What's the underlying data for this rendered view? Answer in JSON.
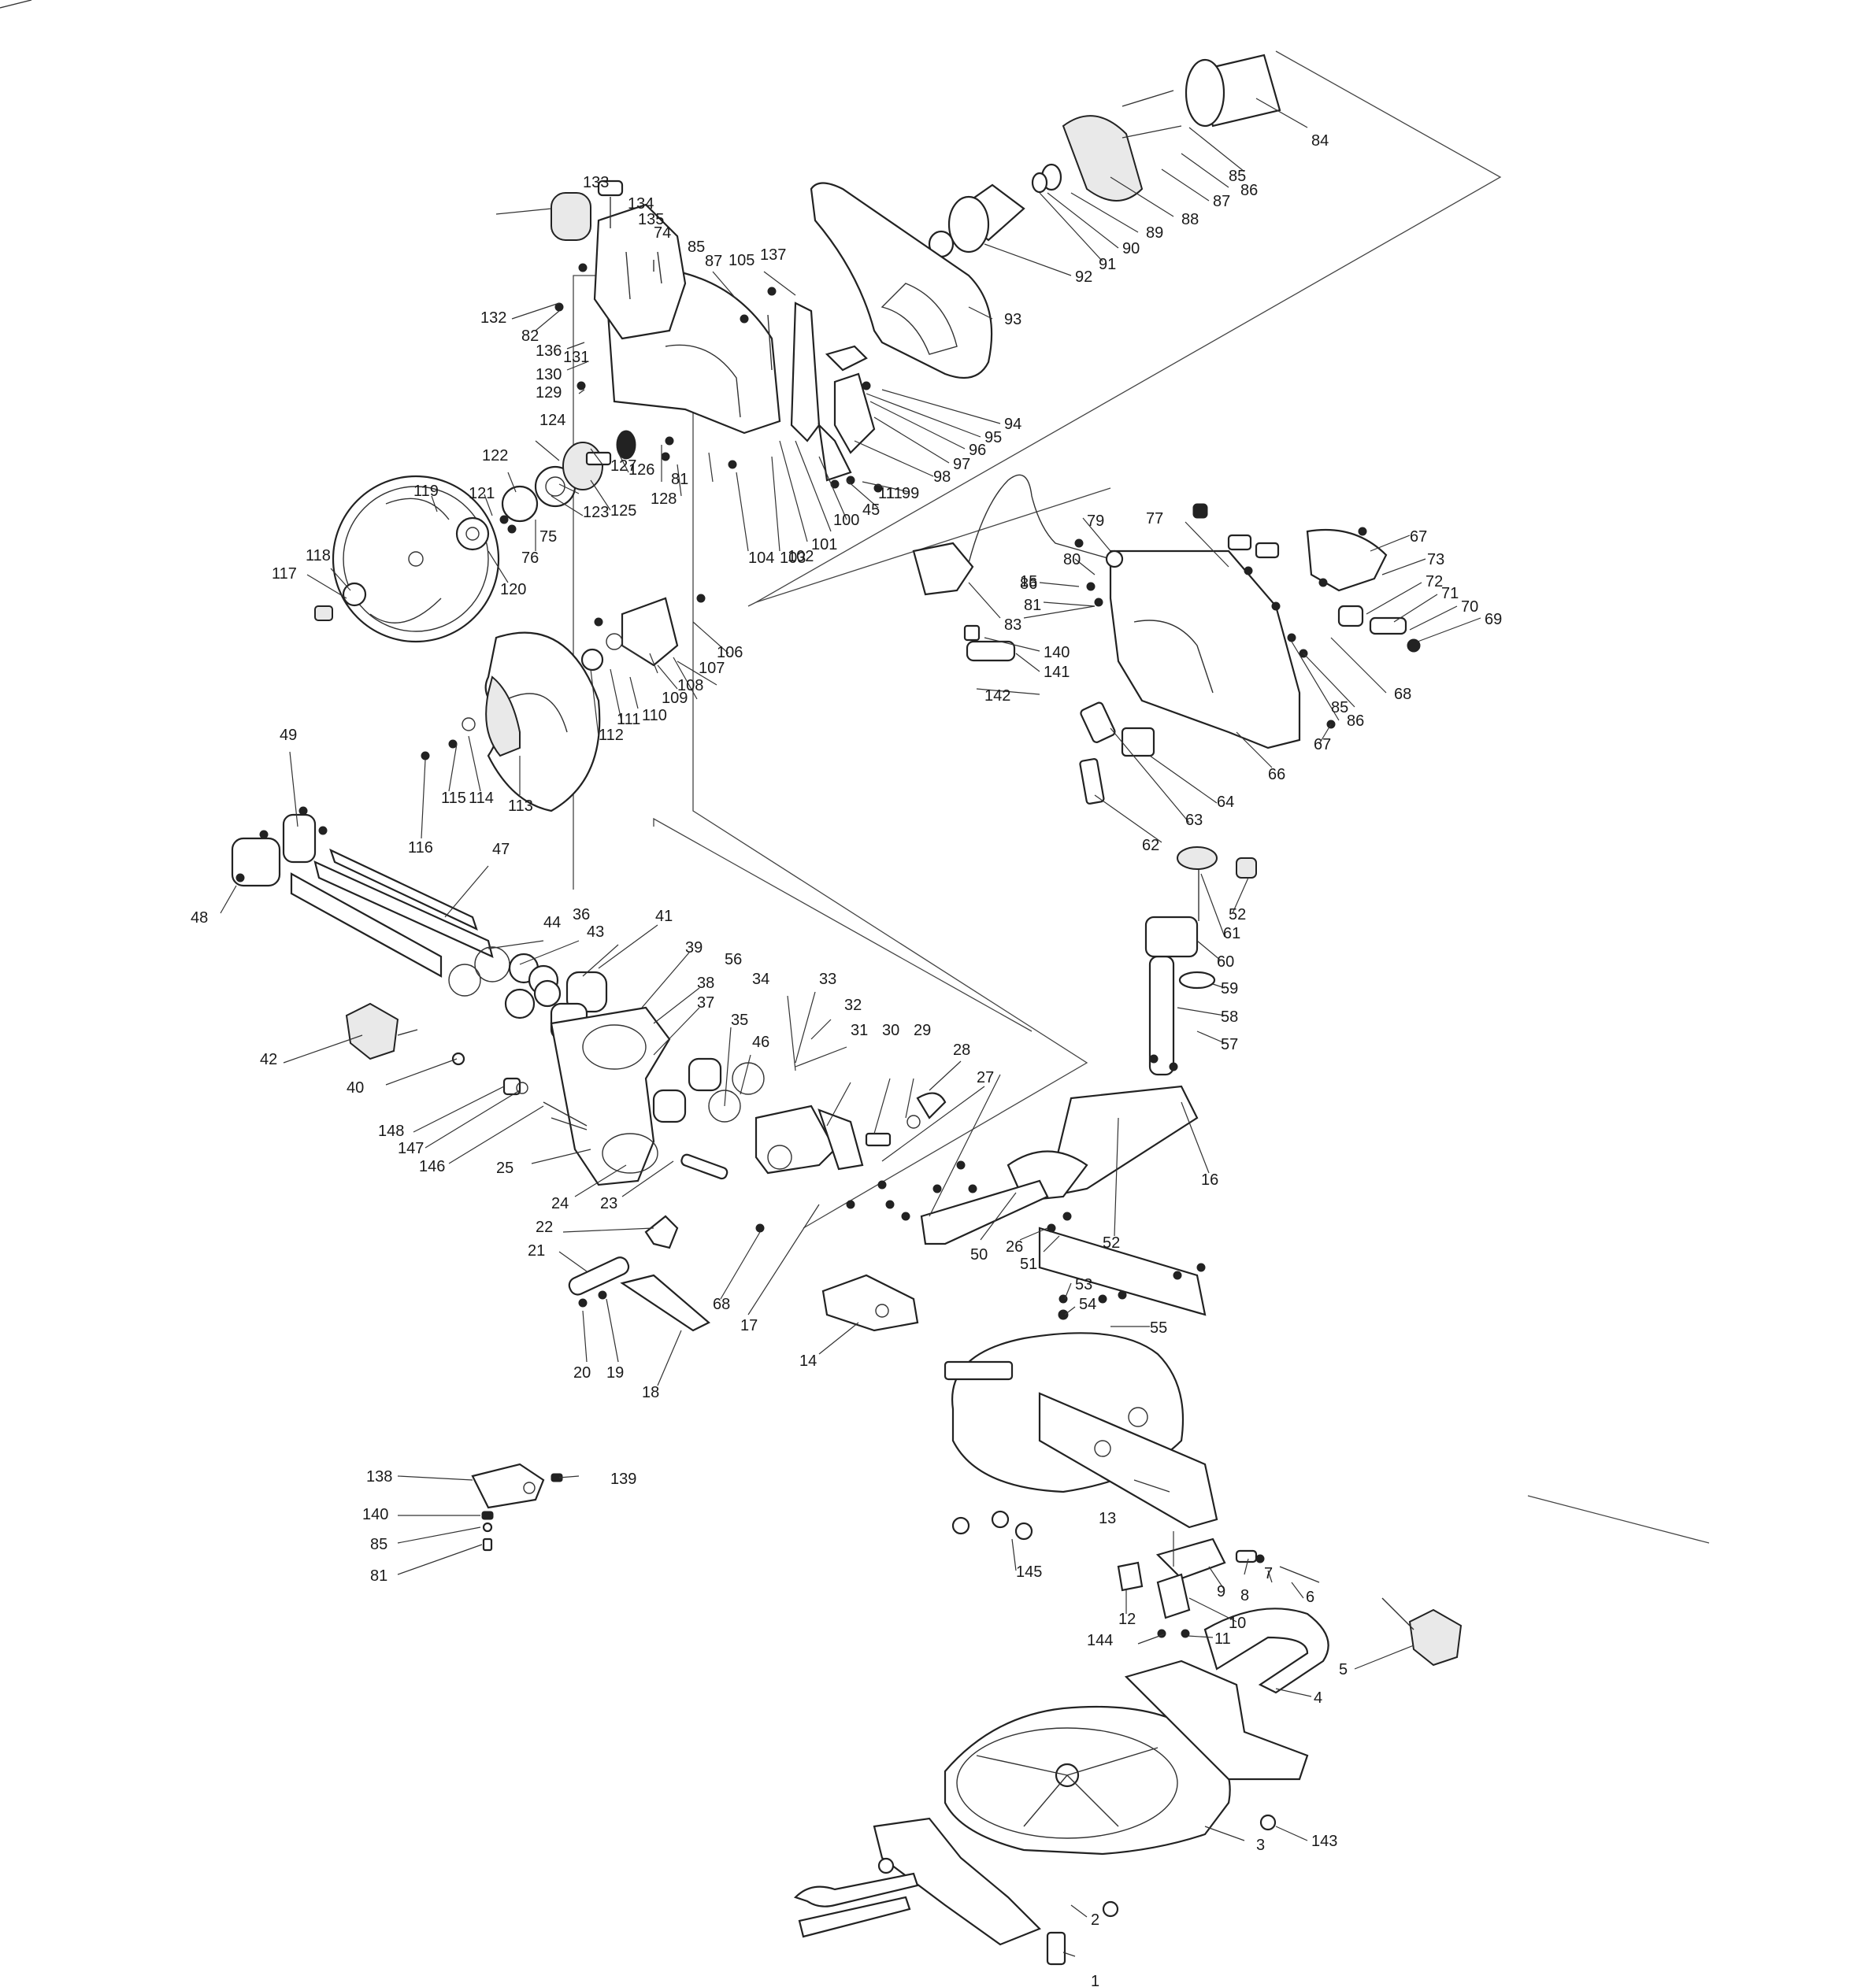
{
  "labels": [
    "1",
    "2",
    "3",
    "4",
    "5",
    "6",
    "7",
    "8",
    "9",
    "10",
    "11",
    "11",
    "11",
    "12",
    "13",
    "14",
    "15",
    "16",
    "17",
    "18",
    "19",
    "20",
    "21",
    "22",
    "23",
    "24",
    "25",
    "26",
    "27",
    "28",
    "29",
    "30",
    "31",
    "32",
    "33",
    "34",
    "35",
    "36",
    "37",
    "38",
    "39",
    "40",
    "41",
    "42",
    "43",
    "44",
    "45",
    "46",
    "47",
    "48",
    "49",
    "50",
    "51",
    "52",
    "52",
    "53",
    "54",
    "55",
    "56",
    "57",
    "58",
    "59",
    "60",
    "61",
    "62",
    "63",
    "64",
    "66",
    "67",
    "67",
    "68",
    "68",
    "69",
    "70",
    "71",
    "72",
    "73",
    "74",
    "75",
    "76",
    "77",
    "79",
    "80",
    "81",
    "81",
    "81",
    "82",
    "83",
    "84",
    "85",
    "85",
    "85",
    "85",
    "86",
    "86",
    "86",
    "87",
    "87",
    "88",
    "89",
    "90",
    "91",
    "92",
    "93",
    "94",
    "95",
    "96",
    "97",
    "98",
    "99",
    "100",
    "101",
    "102",
    "103",
    "104",
    "105",
    "106",
    "107",
    "108",
    "109",
    "110",
    "111",
    "112",
    "113",
    "114",
    "115",
    "116",
    "117",
    "118",
    "119",
    "120",
    "121",
    "122",
    "123",
    "124",
    "125",
    "126",
    "127",
    "128",
    "129",
    "130",
    "131",
    "132",
    "133",
    "134",
    "135",
    "136",
    "137",
    "138",
    "139",
    "140",
    "140",
    "141",
    "142",
    "143",
    "144",
    "145",
    "146",
    "147",
    "148",
    "149"
  ]
}
